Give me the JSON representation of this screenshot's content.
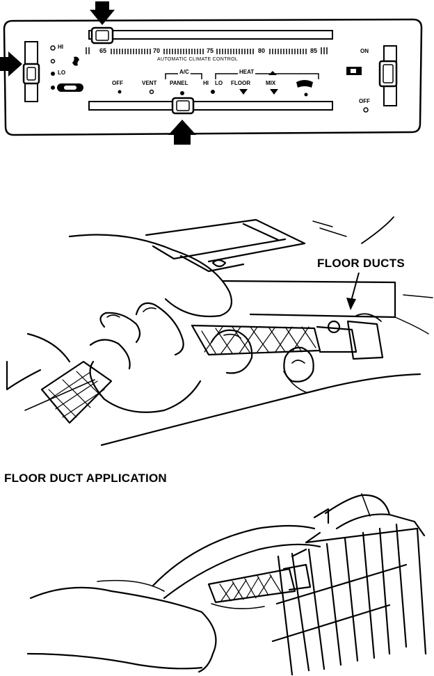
{
  "panel": {
    "blower_hi": "HI",
    "blower_lo": "LO",
    "scale_marks": [
      "65",
      "70",
      "75",
      "80",
      "85"
    ],
    "subtitle": "AUTOMATIC CLIMATE CONTROL",
    "ac_label": "A/C",
    "heat_label": "HEAT",
    "modes": [
      "OFF",
      "VENT",
      "PANEL",
      "HI",
      "LO",
      "FLOOR",
      "MIX"
    ],
    "on_label": "ON",
    "off_label": "OFF"
  },
  "floor_ducts_label": "FLOOR DUCTS",
  "caption": "FLOOR DUCT APPLICATION"
}
